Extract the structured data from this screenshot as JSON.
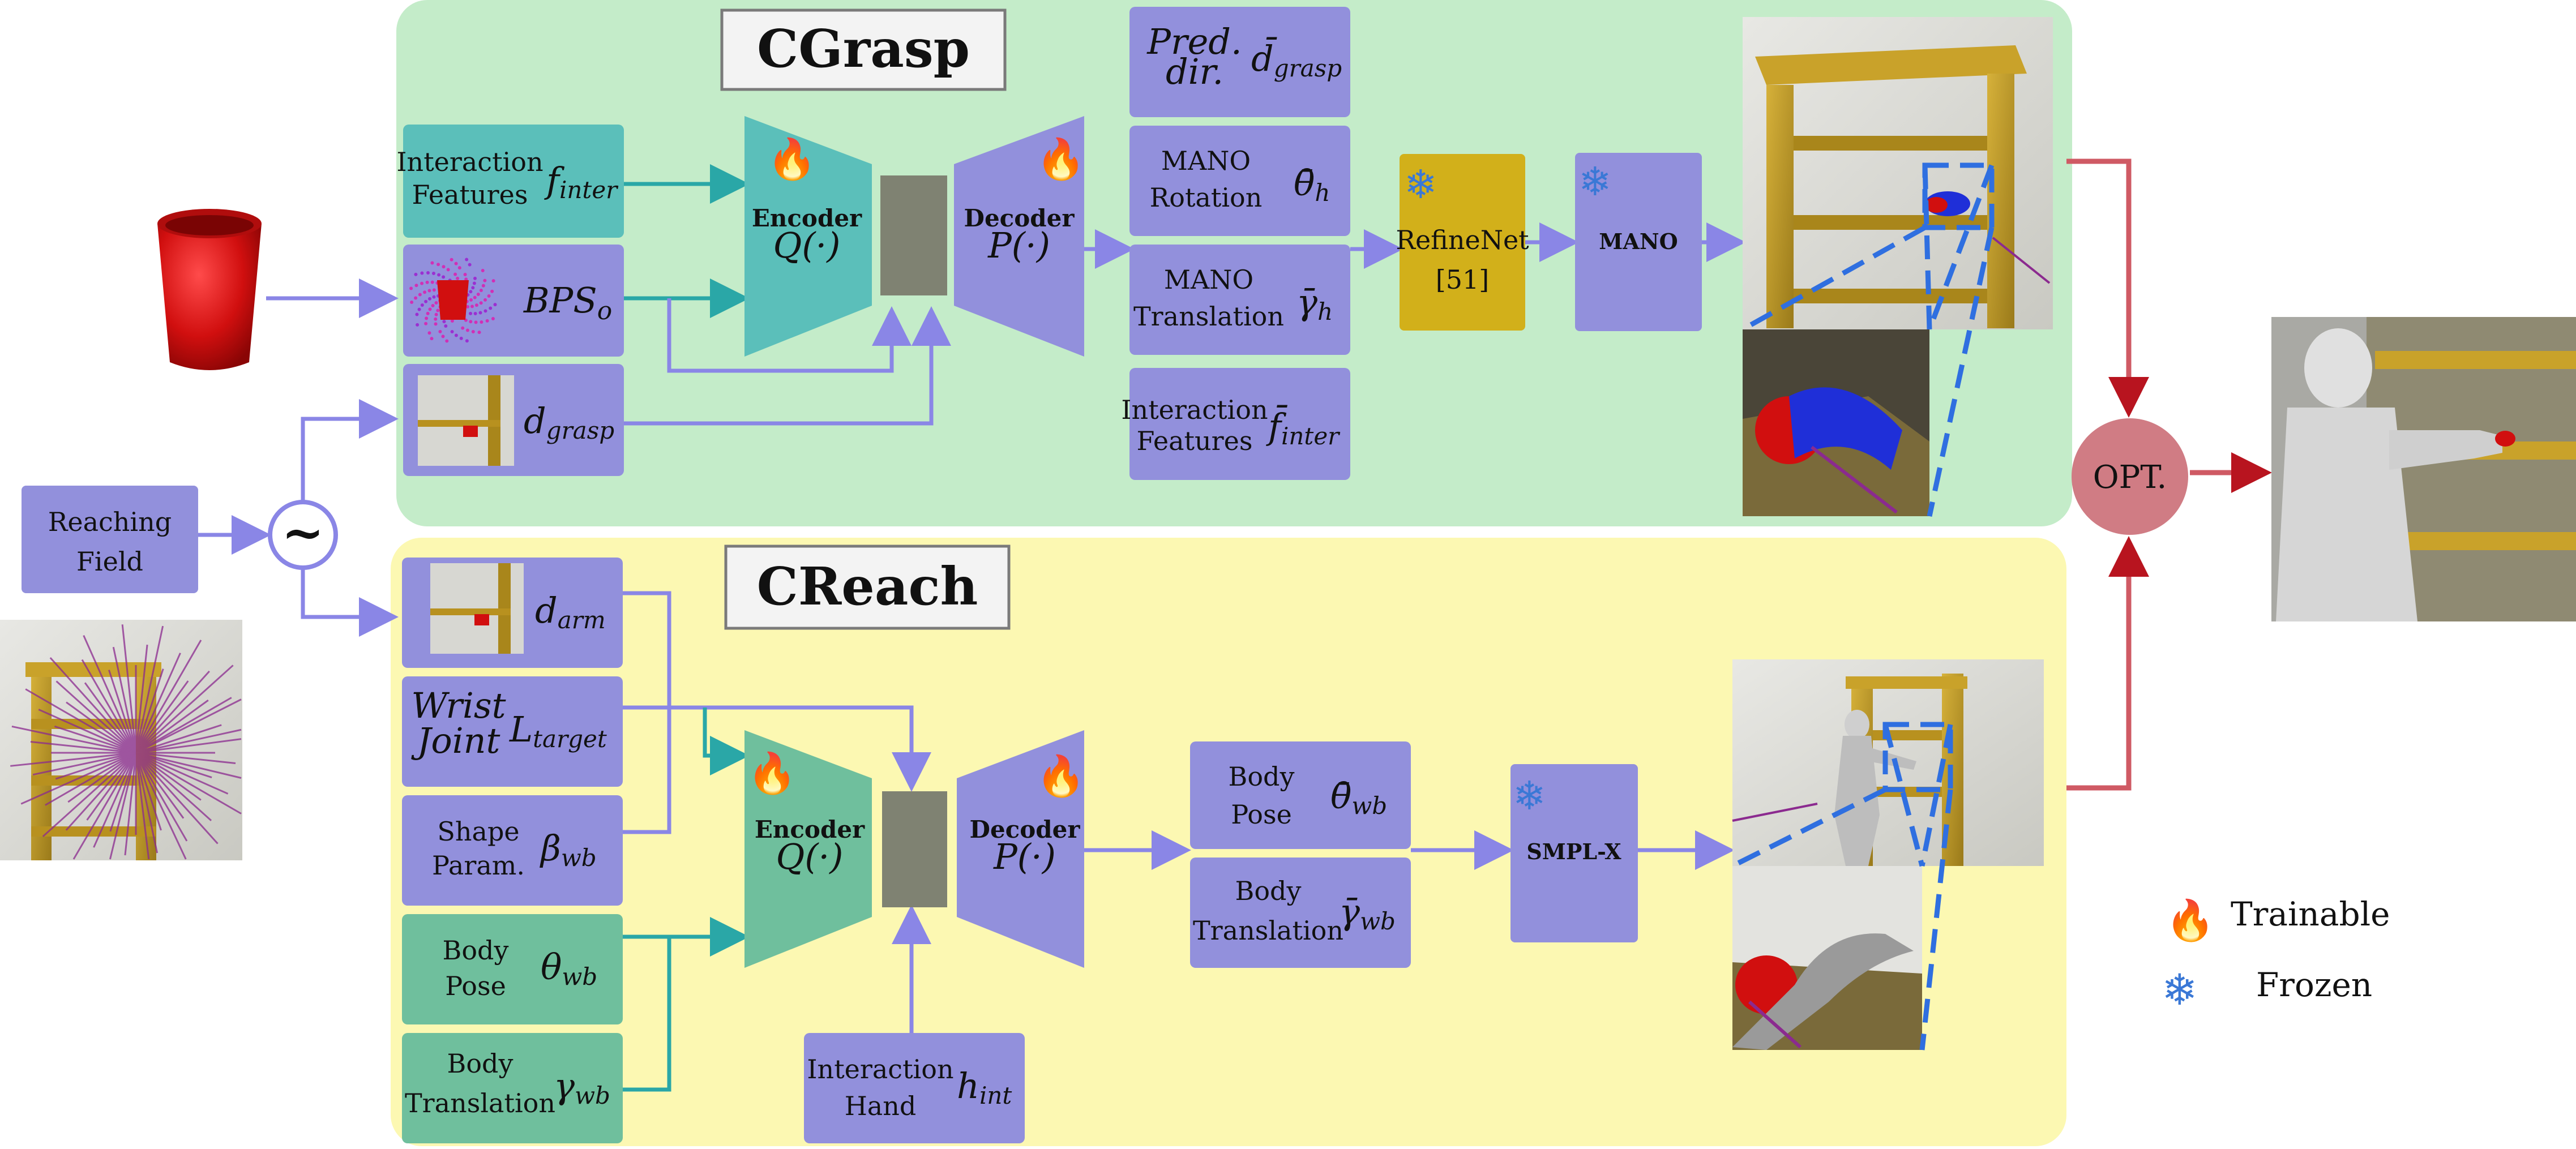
{
  "cgrasp": {
    "title": "CGrasp",
    "inputs": {
      "interaction_features": [
        "Interaction",
        "Features"
      ],
      "interaction_features_sym": "f",
      "interaction_features_sub": "inter",
      "bps_sym": "BPS",
      "bps_sub": "o",
      "dgrasp_sym": "d",
      "dgrasp_sub": "grasp"
    },
    "encoder": {
      "label": "Encoder",
      "fn": "Q(·)"
    },
    "decoder": {
      "label": "Decoder",
      "fn": "P(·)"
    },
    "outputs": {
      "pred_dir": [
        "Pred.",
        "dir."
      ],
      "pred_dir_sym": "d̄",
      "pred_dir_sub": "grasp",
      "mano_rot": [
        "MANO",
        "Rotation"
      ],
      "mano_rot_sym": "θ̄",
      "mano_rot_sub": "h",
      "mano_trans": [
        "MANO",
        "Translation"
      ],
      "mano_trans_sym": "γ̄",
      "mano_trans_sub": "h",
      "int_feat": [
        "Interaction",
        "Features"
      ],
      "int_feat_sym": "f̄",
      "int_feat_sub": "inter"
    },
    "refinenet": {
      "label": "RefineNet",
      "ref": "[51]"
    },
    "mano": "MANO"
  },
  "creach": {
    "title": "CReach",
    "inputs": {
      "darm_sym": "d",
      "darm_sub": "arm",
      "wrist": [
        "Wrist",
        "Joint"
      ],
      "wrist_sym": "L",
      "wrist_sub": "target",
      "shape": [
        "Shape",
        "Param."
      ],
      "shape_sym": "β",
      "shape_sub": "wb",
      "body_pose": [
        "Body",
        "Pose"
      ],
      "body_pose_sym": "θ",
      "body_pose_sub": "wb",
      "body_trans": [
        "Body",
        "Translation"
      ],
      "body_trans_sym": "γ",
      "body_trans_sub": "wb",
      "int_hand": [
        "Interaction",
        "Hand"
      ],
      "int_hand_sym": "h",
      "int_hand_sub": "int"
    },
    "encoder": {
      "label": "Encoder",
      "fn": "Q(·)"
    },
    "decoder": {
      "label": "Decoder",
      "fn": "P(·)"
    },
    "outputs": {
      "body_pose": [
        "Body",
        "Pose"
      ],
      "body_pose_sym": "θ̄",
      "body_pose_sub": "wb",
      "body_trans": [
        "Body",
        "Translation"
      ],
      "body_trans_sym": "γ̄",
      "body_trans_sub": "wb"
    },
    "smplx": "SMPL-X"
  },
  "reaching_field": [
    "Reaching",
    "Field"
  ],
  "sample_symbol": "~",
  "opt": "OPT.",
  "legend": {
    "trainable": "Trainable",
    "frozen": "Frozen"
  },
  "colors": {
    "cgrasp_bg": "#c4ecc9",
    "creach_bg": "#fcf8b2",
    "teal_box": "#5bbfba",
    "purple_box": "#9290dc",
    "green_box": "#6fbf9d",
    "refine_box": "#d2b01a",
    "latent_box": "#7f8272",
    "opt_circle": "#d07c84",
    "arrow_blue": "#8a86e6",
    "arrow_red": "#cf5a64"
  }
}
